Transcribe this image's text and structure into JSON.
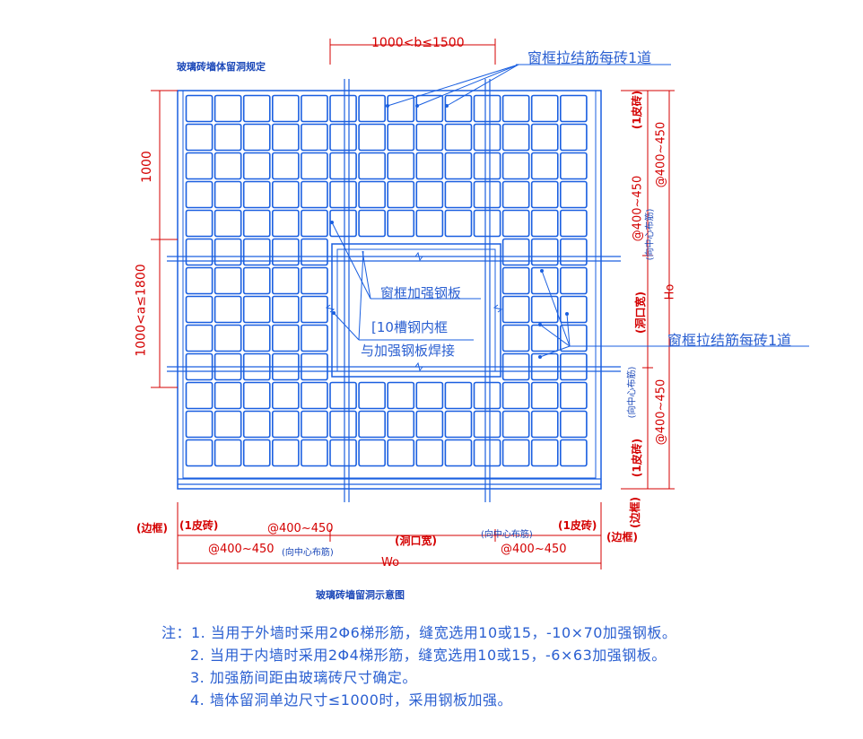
{
  "title": "玻璃砖墙体留洞规定",
  "caption": "玻璃砖墙留洞示意图",
  "top_dim": "1000<b≤1500",
  "tie_label_top": "窗框拉结筋每砖1道",
  "tie_label_right": "窗框拉结筋每砖1道",
  "steel_plate_label": "窗框加强钢板",
  "channel_label_1": "[10槽钢内框",
  "channel_label_2": "与加强钢板焊接",
  "left_dims": {
    "upper": "1000",
    "lower": "1000<a≤1800"
  },
  "right_dims": {
    "brick_top": "(1皮砖)",
    "spacing_top": "@400~450",
    "spacing_mid": "@400~450",
    "center_top": "(向中心布筋)",
    "opening_height": "(洞口宽)",
    "center_bottom": "(向中心布筋)",
    "spacing_bottom": "@400~450",
    "brick_bottom": "(1皮砖)",
    "edge_frame": "(边框)",
    "total_height": "Ho"
  },
  "bottom_dims": {
    "edge_left": "(边框)",
    "brick_left": "(1皮砖)",
    "spacing_left_top": "@400~450",
    "spacing_left_bottom": "@400~450",
    "center_left": "(向中心布筋)",
    "opening_width": "(洞口宽)",
    "center_right": "(向中心布筋)",
    "spacing_right": "@400~450",
    "brick_right": "(1皮砖)",
    "edge_right": "(边框)",
    "total_width": "Wo"
  },
  "notes": [
    "注：1. 当用于外墙时采用2Φ6梯形筋，缝宽选用10或15，-10×70加强钢板。",
    "2. 当用于内墙时采用2Φ4梯形筋，缝宽选用10或15，-6×63加强钢板。",
    "3. 加强筋间距由玻璃砖尺寸确定。",
    "4. 墙体留洞单边尺寸≤1000时，采用钢板加强。"
  ],
  "colors": {
    "grid": "#1a5fe0",
    "dim": "#d40000",
    "label": "#2a5fd1"
  }
}
